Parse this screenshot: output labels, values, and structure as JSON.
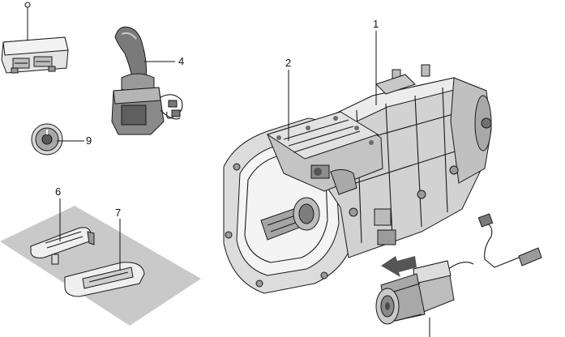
{
  "diagram": {
    "callouts": [
      {
        "id": "1",
        "label": "1"
      },
      {
        "id": "2",
        "label": "2"
      },
      {
        "id": "4",
        "label": "4"
      },
      {
        "id": "6",
        "label": "6"
      },
      {
        "id": "7",
        "label": "7"
      },
      {
        "id": "9",
        "label": "9"
      }
    ]
  },
  "colors": {
    "ink": "#1a1a1a",
    "housing": "#d8d8d8",
    "shadow": "#9a9a9a",
    "pedal_area": "#c9c9c9",
    "background": "#ffffff"
  }
}
